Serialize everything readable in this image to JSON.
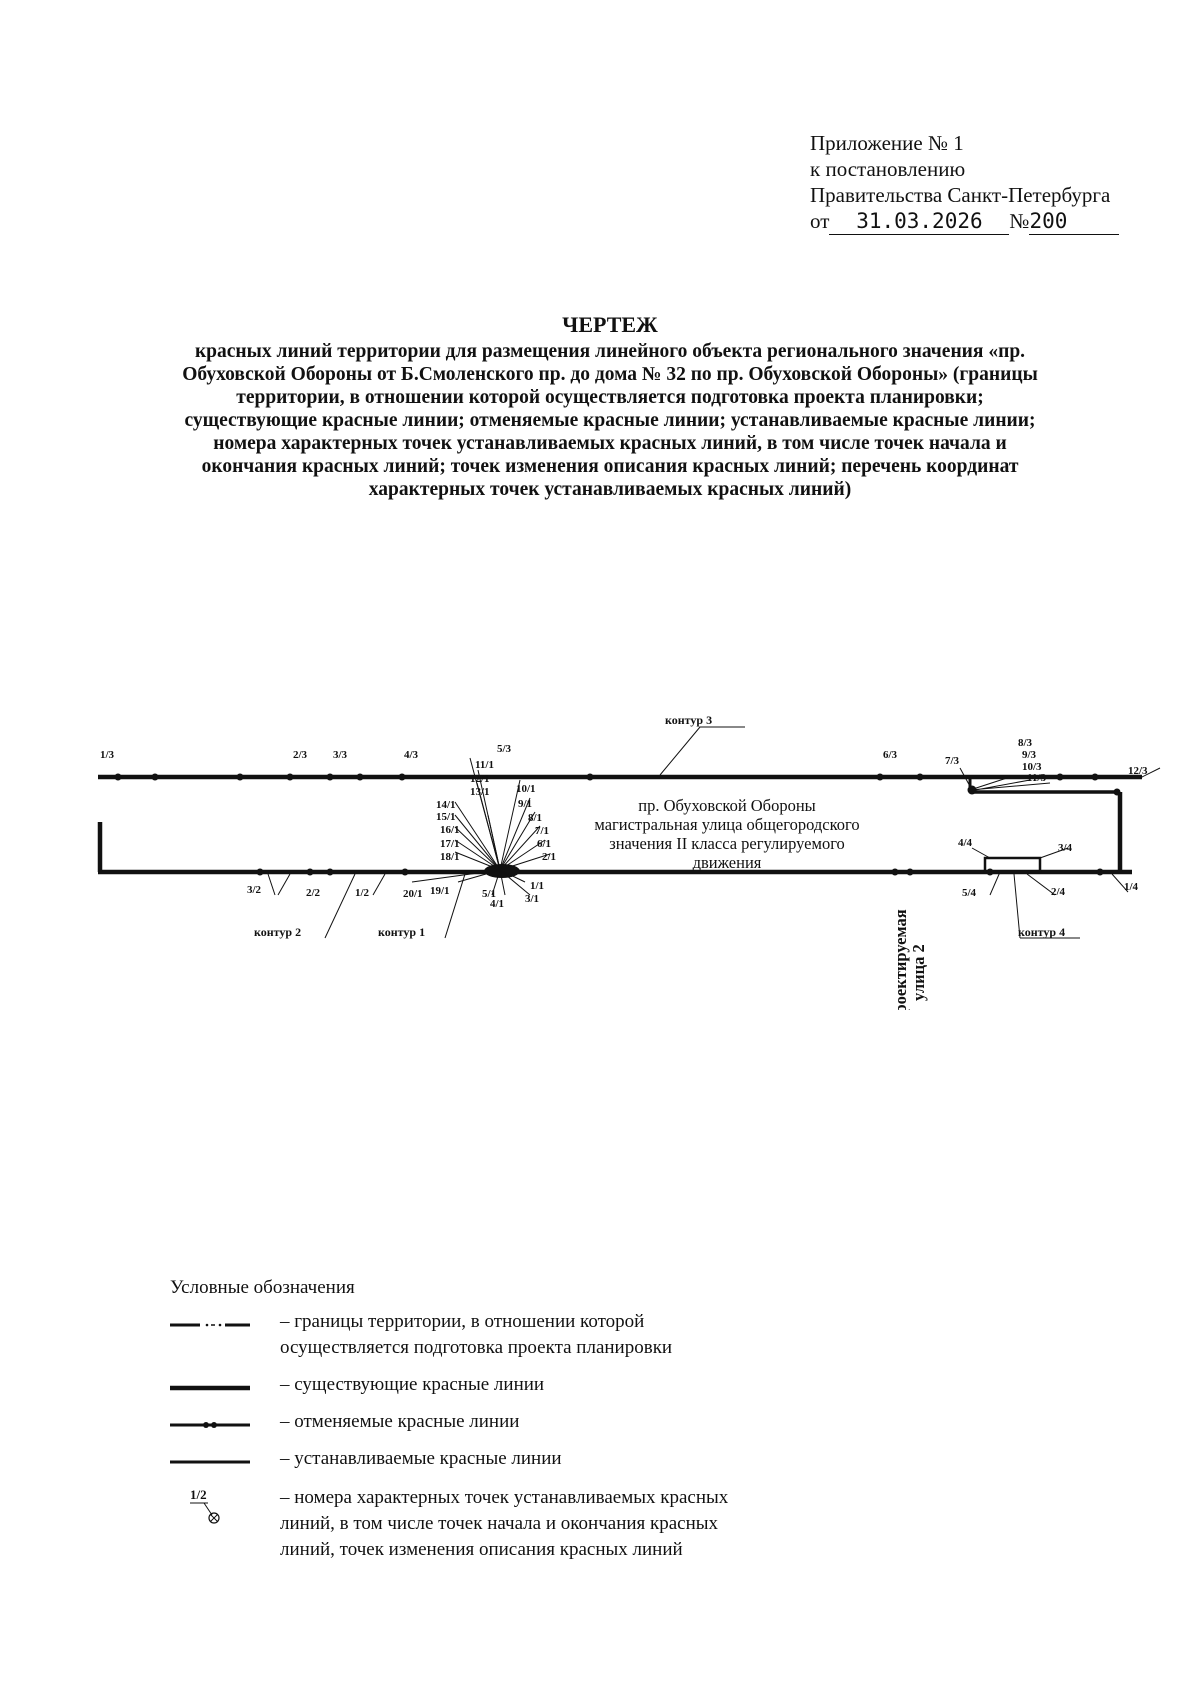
{
  "approval": {
    "line1": "Приложение № 1",
    "line2": "к постановлению",
    "line3": "Правительства Санкт-Петербурга",
    "date_prefix": "от",
    "date": "31.03.2026",
    "number_prefix": "№",
    "number": "200"
  },
  "heading": {
    "title": "ЧЕРТЕЖ",
    "subtitle": "красных линий территории для размещения линейного объекта регионального значения «пр. Обуховской Обороны от Б.Смоленского пр. до дома № 32 по пр. Обуховской Обороны» (границы территории, в отношении которой осуществляется подготовка проекта планировки; существующие красные линии; отменяемые красные линии; устанавливаемые красные линии; номера характерных точек устанавливаемых красных линий, в том числе точек начала и окончания красных линий; точек изменения описания красных линий; перечень координат характерных точек устанавливаемых красных линий)"
  },
  "drawing": {
    "street_label": [
      "пр. Обуховской Обороны",
      "магистральная улица общегородского",
      "значения II класса регулируемого",
      "движения"
    ],
    "projected_street": [
      "проектируемая",
      "улица 2"
    ],
    "contours": {
      "c1": "контур 1",
      "c2": "контур 2",
      "c3": "контур 3",
      "c4": "контур 4"
    },
    "points_top": [
      "1/3",
      "2/3",
      "3/3",
      "4/3",
      "5/3",
      "6/3",
      "7/3",
      "8/3",
      "9/3",
      "10/3",
      "11/3",
      "12/3"
    ],
    "points_bottom": [
      "3/2",
      "2/2",
      "1/2",
      "20/1",
      "19/1",
      "18/1",
      "17/1",
      "16/1",
      "15/1",
      "14/1",
      "13/1",
      "12/1",
      "11/1",
      "10/1",
      "9/1",
      "8/1",
      "7/1",
      "6/1",
      "2/1",
      "1/1",
      "3/1",
      "4/1",
      "5/1"
    ],
    "points_c4": [
      "4/4",
      "3/4",
      "2/4",
      "1/4",
      "5/4"
    ]
  },
  "legend": {
    "title": "Условные обозначения",
    "items": [
      {
        "symbol": "boundary",
        "text": "– границы территории, в отношении которой осуществляется подготовка проекта планировки"
      },
      {
        "symbol": "existing",
        "text": "– существующие красные линии"
      },
      {
        "symbol": "cancelled",
        "text": "– отменяемые красные линии"
      },
      {
        "symbol": "established",
        "text": "– устанавливаемые красные линии"
      },
      {
        "symbol": "point",
        "label": "1/2",
        "text": "– номера характерных точек устанавливаемых красных линий, в том числе точек начала и окончания красных линий, точек изменения описания красных линий"
      }
    ]
  }
}
